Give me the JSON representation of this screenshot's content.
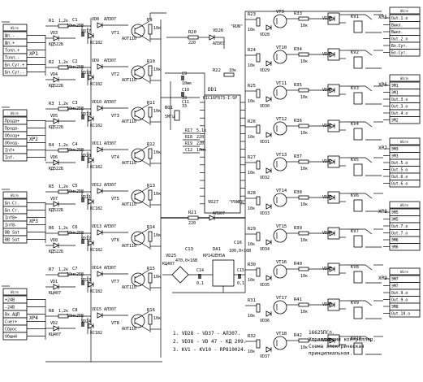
{
  "left_connectors": [
    {
      "ref": "XP1",
      "header": "Wire",
      "pins": [
        "Шл.-",
        "Шл.+",
        "Топл.+",
        "Топл.-",
        "Бл.Сут.+",
        "Бл.Сут.-"
      ]
    },
    {
      "ref": "XP2",
      "header": "Wire",
      "pins": [
        "Прода+",
        "Прода-",
        "Обход+",
        "Обход-",
        "Inf+",
        "Inf-"
      ]
    },
    {
      "ref": "XP3",
      "header": "Wire",
      "pins": [
        "Бл.Ст.",
        "Бл.Ст.",
        "Inf8+",
        "Inf8-",
        "ВВ Sat",
        "ВВ Sat"
      ]
    },
    {
      "ref": "XP4",
      "header": "Wire",
      "pins": [
        "+24В",
        "-24В",
        "Вх.АЦП",
        "Счет+",
        "Сброс",
        "Общий"
      ]
    }
  ],
  "input_channels": [
    {
      "r": "R1",
      "r_val": "1,2к",
      "c": "C1",
      "c_val": "10мк25В",
      "vd_in": "VD3",
      "vd_in_type": "КД522Б",
      "vd_led": "VD8",
      "led_type": "АЛ307",
      "vd_z": "VD17",
      "z_type": "КС182",
      "vt": "VT1",
      "opto": "АОТ110",
      "rp": "R9",
      "rp_val": "10к"
    },
    {
      "r": "R2",
      "r_val": "1,2к",
      "c": "C2",
      "c_val": "10мк25В",
      "vd_in": "VD4",
      "vd_in_type": "КД522Б",
      "vd_led": "VD9",
      "led_type": "АЛ307",
      "vd_z": "VD18",
      "z_type": "КС182",
      "vt": "VT2",
      "opto": "АОТ110",
      "rp": "R10",
      "rp_val": "10к"
    },
    {
      "r": "R3",
      "r_val": "1,2к",
      "c": "C3",
      "c_val": "10мк25В",
      "vd_in": "VD5",
      "vd_in_type": "КД522Б",
      "vd_led": "VD10",
      "led_type": "АЛ307",
      "vd_z": "VD19",
      "z_type": "КС182",
      "vt": "VT3",
      "opto": "АОТ110",
      "rp": "R11",
      "rp_val": "10к"
    },
    {
      "r": "R4",
      "r_val": "1,2к",
      "c": "C4",
      "c_val": "10мк25В",
      "vd_in": "VD6",
      "vd_in_type": "КД522Б",
      "vd_led": "VD11",
      "led_type": "АЛ307",
      "vd_z": "VD20",
      "z_type": "КС182",
      "vt": "VT4",
      "opto": "АОТ110",
      "rp": "R12",
      "rp_val": "10к"
    },
    {
      "r": "R5",
      "r_val": "1,2к",
      "c": "C5",
      "c_val": "10мк25В",
      "vd_in": "VD7",
      "vd_in_type": "КД522Б",
      "vd_led": "VD12",
      "led_type": "АЛ307",
      "vd_z": "VD21",
      "z_type": "КС182",
      "vt": "VT5",
      "opto": "АОТ110",
      "rp": "R13",
      "rp_val": "10к"
    },
    {
      "r": "R6",
      "r_val": "1,2к",
      "c": "C6",
      "c_val": "10мк25В",
      "vd_in": "VD8",
      "vd_in_type": "КД522Б",
      "vd_led": "VD13",
      "led_type": "АЛ307",
      "vd_z": "VD22",
      "z_type": "КС182",
      "vt": "VT6",
      "opto": "АОТ110",
      "rp": "R14",
      "rp_val": "10к"
    },
    {
      "r": "R7",
      "r_val": "1,2к",
      "c": "C7",
      "c_val": "10мк25В",
      "vd_in": "VD1",
      "vd_in_type": "КЦ407",
      "vd_led": "VD14",
      "led_type": "АЛ307",
      "vd_z": "VD23",
      "z_type": "КС182",
      "vt": "VT7",
      "opto": "АОТ110",
      "rp": "R15",
      "rp_val": "10к"
    },
    {
      "r": "R8",
      "r_val": "1,2к",
      "c": "C8",
      "c_val": "10мк25В",
      "vd_in": "VD2",
      "vd_in_type": "КЦ407",
      "vd_led": "VD15",
      "led_type": "АЛ307",
      "vd_z": "VD24",
      "z_type": "КС182",
      "vt": "VT8",
      "opto": "АОТ110",
      "rp": "R16",
      "rp_val": "10к"
    }
  ],
  "mcu": {
    "ref": "DD1",
    "part": "PIC16F873-I-SP"
  },
  "run_led": {
    "ref": "VD26",
    "type": "АЛ307",
    "label": "\"RUN\"",
    "r": "R20",
    "r_val": "220"
  },
  "power_led": {
    "ref": "VD27",
    "type": "АЛ307",
    "label": "\"POWER\"",
    "r": "R21",
    "r_val": "220"
  },
  "r22": {
    "ref": "R22",
    "val": "10к"
  },
  "osc": {
    "ref": "BQ1",
    "val": "5МГц",
    "c9": "C9",
    "c9_val": "10мк",
    "c10": "C10",
    "c10_val": "33",
    "c11": "C11",
    "c11_val": "33"
  },
  "mid_res": [
    {
      "ref": "R17",
      "val": "5,1к"
    },
    {
      "ref": "R18",
      "val": "220"
    },
    {
      "ref": "R19",
      "val": "220"
    },
    {
      "ref": "C12",
      "val": "10мк"
    }
  ],
  "power": {
    "bridge": "VD25",
    "bridge_type": "КЦ407",
    "c13": "C13",
    "c13_val": "470,0×16В",
    "reg": "DA1",
    "reg_type": "КР142ЕН5А",
    "c14": "C14",
    "c14_val": "0,1",
    "c15": "C15",
    "c15_val": "0,1",
    "c16": "C16",
    "c16_val": "100,0×16В"
  },
  "output_channels": [
    {
      "vt": "VT9",
      "r_a": "R23",
      "r_b": "R33",
      "vd": "VD28",
      "kv": "KV1",
      "out_vd": "VD38"
    },
    {
      "vt": "VT10",
      "r_a": "R24",
      "r_b": "R34",
      "vd": "VD29",
      "kv": "KV2",
      "out_vd": "VD39"
    },
    {
      "vt": "VT11",
      "r_a": "R25",
      "r_b": "R35",
      "vd": "VD30",
      "kv": "KV3",
      "out_vd": "VD40"
    },
    {
      "vt": "VT12",
      "r_a": "R26",
      "r_b": "R36",
      "vd": "VD31",
      "kv": "KV4",
      "out_vd": "VD41"
    },
    {
      "vt": "VT13",
      "r_a": "R27",
      "r_b": "R37",
      "vd": "VD32",
      "kv": "KV5",
      "out_vd": "VD42"
    },
    {
      "vt": "VT14",
      "r_a": "R28",
      "r_b": "R38",
      "vd": "VD33",
      "kv": "KV6",
      "out_vd": "VD43"
    },
    {
      "vt": "VT15",
      "r_a": "R29",
      "r_b": "R39",
      "vd": "VD34",
      "kv": "KV7",
      "out_vd": "VD44"
    },
    {
      "vt": "VT16",
      "r_a": "R30",
      "r_b": "R40",
      "vd": "VD35",
      "kv": "KV8",
      "out_vd": "VD45"
    },
    {
      "vt": "VT17",
      "r_a": "R31",
      "r_b": "R41",
      "vd": "VD36",
      "kv": "KV9",
      "out_vd": "VD46"
    },
    {
      "vt": "VT18",
      "r_a": "R32",
      "r_b": "R42",
      "vd": "VD37",
      "kv": "KV10",
      "out_vd": "VD47"
    }
  ],
  "resistor_value": "10к",
  "right_connectors": [
    {
      "ref": "XP5",
      "header": "Wire",
      "pins": [
        "Out.1.o",
        "Выкл.",
        "Выкл.",
        "Out.2.o",
        "Бл.Сут.",
        "Бл.Сут."
      ]
    },
    {
      "ref": "XP6",
      "header": "Wire",
      "pins": [
        "ЭМ1",
        "ЭМ1",
        "Out.3.o",
        "Out.3.o",
        "Out.4.o",
        "ЭМ2"
      ]
    },
    {
      "ref": "XP7",
      "header": "Wire",
      "pins": [
        "ЭМ3",
        "ЭМ3",
        "Out.5.o",
        "Out.5.o",
        "Out.6.o",
        "Out.6.o"
      ]
    },
    {
      "ref": "XP8",
      "header": "Wire",
      "pins": [
        "ЭМ5",
        "ЭМ5",
        "Out.7.o",
        "Out.7.o",
        "ЭМ6",
        "ЭМ6"
      ]
    },
    {
      "ref": "XP9",
      "header": "Wire",
      "pins": [
        "ЭМ7",
        "ЭМ7",
        "Out.9.o",
        "Out.9.o",
        "ЭМ8",
        "Out.10.o"
      ]
    }
  ],
  "notes": [
    "1. VD28 - VD37 - АЛ307.",
    "2. VD38 - VD 47 - КД 209.",
    "3. KV1 - KV10 - RP810024."
  ],
  "title_block": [
    "16625ПСп.",
    "Управляющий контроллер.",
    "Схема электрическая",
    "принципиальная."
  ]
}
